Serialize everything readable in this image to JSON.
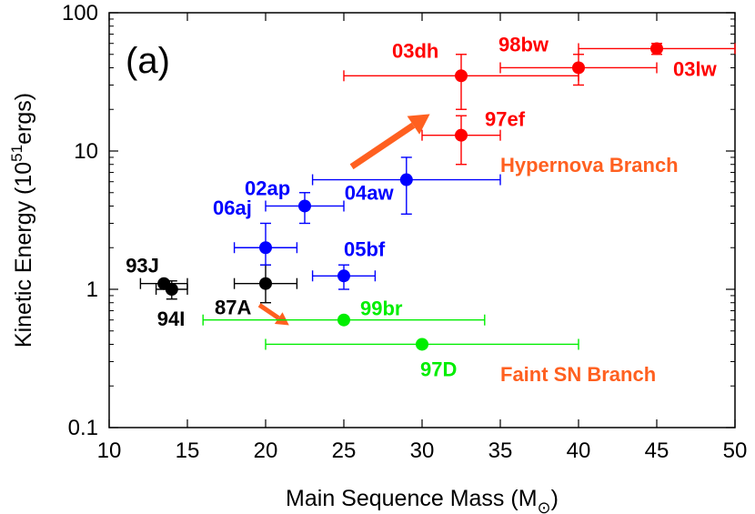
{
  "chart_data": {
    "type": "scatter",
    "panel_label": "(a)",
    "xlabel": "Main Sequence Mass (M",
    "xlabel_symbol": "⊙",
    "xlabel_close": ")",
    "ylabel_pre": "Kinetic Energy (10",
    "ylabel_sup": "51",
    "ylabel_post": "ergs)",
    "xlim": [
      10,
      50
    ],
    "ylim": [
      0.1,
      100
    ],
    "yscale": "log",
    "grid": false,
    "x_ticks": [
      {
        "v": 10,
        "label": "10"
      },
      {
        "v": 15,
        "label": "15"
      },
      {
        "v": 20,
        "label": "20"
      },
      {
        "v": 25,
        "label": "25"
      },
      {
        "v": 30,
        "label": "30"
      },
      {
        "v": 35,
        "label": "35"
      },
      {
        "v": 40,
        "label": "40"
      },
      {
        "v": 45,
        "label": "45"
      },
      {
        "v": 50,
        "label": "50"
      }
    ],
    "y_ticks": [
      {
        "v": 0.1,
        "label": "0.1"
      },
      {
        "v": 1,
        "label": "1"
      },
      {
        "v": 10,
        "label": "10"
      },
      {
        "v": 100,
        "label": "100"
      }
    ],
    "colors": {
      "hypernova": "#ff0000",
      "normal": "#0000ff",
      "faint": "#00ee00",
      "sn_black": "#000000",
      "branch": "#ff6020"
    },
    "points": [
      {
        "name": "93J",
        "x": 13.5,
        "y": 1.1,
        "xerr": [
          12,
          15
        ],
        "yerr": null,
        "group": "sn_black"
      },
      {
        "name": "94I",
        "x": 14,
        "y": 1.0,
        "xerr": [
          13,
          15
        ],
        "yerr": [
          0.85,
          1.15
        ],
        "group": "sn_black"
      },
      {
        "name": "87A",
        "x": 20,
        "y": 1.1,
        "xerr": [
          18,
          22
        ],
        "yerr": [
          0.8,
          1.5
        ],
        "group": "sn_black"
      },
      {
        "name": "06aj",
        "x": 20,
        "y": 2.0,
        "xerr": [
          18,
          22
        ],
        "yerr": [
          1.5,
          3.0
        ],
        "group": "normal"
      },
      {
        "name": "02ap",
        "x": 22.5,
        "y": 4.0,
        "xerr": [
          20,
          25
        ],
        "yerr": [
          3.0,
          5.0
        ],
        "group": "normal"
      },
      {
        "name": "04aw",
        "x": 29,
        "y": 6.2,
        "xerr": [
          23,
          35
        ],
        "yerr": [
          3.5,
          9.0
        ],
        "group": "normal"
      },
      {
        "name": "05bf",
        "x": 25,
        "y": 1.25,
        "xerr": [
          23,
          27
        ],
        "yerr": [
          1.0,
          1.5
        ],
        "group": "normal"
      },
      {
        "name": "99br",
        "x": 25,
        "y": 0.6,
        "xerr": [
          16,
          34
        ],
        "yerr": null,
        "group": "faint"
      },
      {
        "name": "97D",
        "x": 30,
        "y": 0.4,
        "xerr": [
          20,
          40
        ],
        "yerr": null,
        "group": "faint"
      },
      {
        "name": "97ef",
        "x": 32.5,
        "y": 13,
        "xerr": [
          30,
          35
        ],
        "yerr": [
          8,
          18
        ],
        "group": "hypernova"
      },
      {
        "name": "03dh",
        "x": 32.5,
        "y": 35,
        "xerr": [
          25,
          40
        ],
        "yerr": [
          20,
          50
        ],
        "group": "hypernova"
      },
      {
        "name": "98bw",
        "x": 40,
        "y": 40,
        "xerr": [
          35,
          45
        ],
        "yerr": [
          30,
          50
        ],
        "group": "hypernova"
      },
      {
        "name": "03lw",
        "x": 45,
        "y": 55,
        "xerr": [
          40,
          50
        ],
        "yerr": [
          50,
          60
        ],
        "group": "hypernova"
      }
    ],
    "branches": [
      {
        "name": "Hypernova Branch",
        "arrow_from": [
          25.5,
          7.7
        ],
        "arrow_to": [
          30.5,
          18.5
        ]
      },
      {
        "name": "Faint SN Branch",
        "arrow_from": [
          19.6,
          0.77
        ],
        "arrow_to": [
          21.5,
          0.55
        ]
      }
    ]
  }
}
